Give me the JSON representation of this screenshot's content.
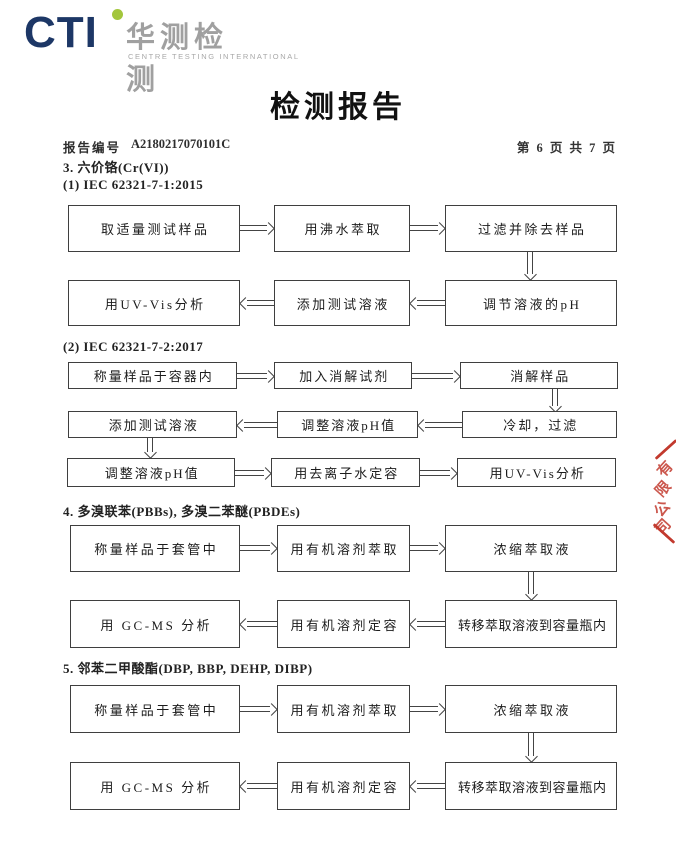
{
  "logo": {
    "text": "CTI",
    "chinese": "华测检测",
    "english": "CENTRE TESTING INTERNATIONAL",
    "navy": "#1d3766",
    "green": "#a3c63c",
    "gray": "#a0a0a0"
  },
  "header": {
    "title": "检测报告",
    "report_no_label": "报告编号",
    "report_no": "A2180217070101C",
    "page_info": "第 6 页  共 7 页"
  },
  "sections": {
    "s3": "3. 六价铬(Cr(VI))",
    "m1": "(1) IEC 62321-7-1:2015",
    "m2": "(2) IEC 62321-7-2:2017",
    "s4": "4. 多溴联苯(PBBs), 多溴二苯醚(PBDEs)",
    "s5": "5. 邻苯二甲酸酯(DBP, BBP, DEHP, DIBP)"
  },
  "flowcharts": [
    {
      "id": "cr6-iec-62321-7-1",
      "rows": [
        [
          "取适量测试样品",
          "用沸水萃取",
          "过滤并除去样品"
        ],
        [
          "用UV-Vis分析",
          "添加测试溶液",
          "调节溶液的pH"
        ]
      ]
    },
    {
      "id": "cr6-iec-62321-7-2",
      "rows": [
        [
          "称量样品于容器内",
          "加入消解试剂",
          "消解样品"
        ],
        [
          "添加测试溶液",
          "调整溶液pH值",
          "冷却，过滤"
        ],
        [
          "调整溶液pH值",
          "用去离子水定容",
          "用UV-Vis分析"
        ]
      ]
    },
    {
      "id": "pbbs-pbdes",
      "rows": [
        [
          "称量样品于套管中",
          "用有机溶剂萃取",
          "浓缩萃取液"
        ],
        [
          "用 GC-MS 分析",
          "用有机溶剂定容",
          "转移萃取溶液到容量瓶内"
        ]
      ]
    },
    {
      "id": "phthalates",
      "rows": [
        [
          "称量样品于套管中",
          "用有机溶剂萃取",
          "浓缩萃取液"
        ],
        [
          "用 GC-MS 分析",
          "用有机溶剂定容",
          "转移萃取溶液到容量瓶内"
        ]
      ]
    }
  ],
  "stamp": {
    "chars": [
      "有",
      "限",
      "公",
      "司"
    ],
    "color": "#c23a2e"
  }
}
